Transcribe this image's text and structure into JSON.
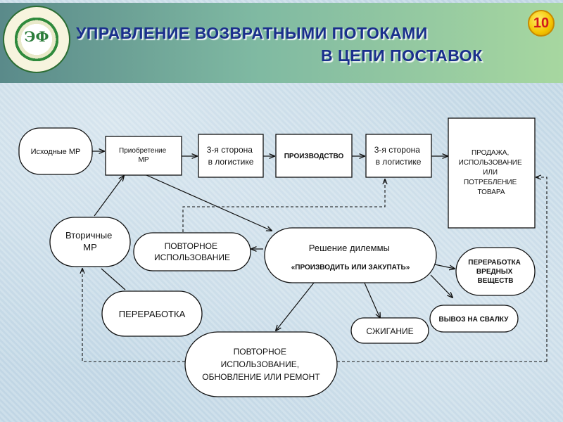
{
  "header": {
    "logo_text": "ЭФ",
    "title_line1": "УПРАВЛЕНИЕ ВОЗВРАТНЫМИ ПОТОКАМИ",
    "title_line2": "В ЦЕПИ ПОСТАВОК",
    "slide_number": "10"
  },
  "nodes": {
    "source": [
      "Исходные МР"
    ],
    "acquisition": [
      "Приобретение",
      "МР"
    ],
    "third_party_1": [
      "3-я сторона",
      "в логистике"
    ],
    "production": [
      "ПРОИЗВОДСТВО"
    ],
    "third_party_2": [
      "3-я сторона",
      "в логистике"
    ],
    "sale": [
      "ПРОДАЖА,",
      "ИСПОЛЬЗОВАНИЕ",
      "ИЛИ",
      "ПОТРЕБЛЕНИЕ",
      "ТОВАРА"
    ],
    "secondary": [
      "Вторичные",
      "МР"
    ],
    "reuse": [
      "ПОВТОРНОЕ",
      "ИСПОЛЬЗОВАНИЕ"
    ],
    "dilemma": [
      "Решение дилеммы",
      "«ПРОИЗВОДИТЬ ИЛИ ЗАКУПАТЬ»"
    ],
    "hazardous": [
      "ПЕРЕРАБОТКА",
      "ВРЕДНЫХ",
      "ВЕЩЕСТВ"
    ],
    "recycling": [
      "ПЕРЕРАБОТКА"
    ],
    "landfill": [
      "ВЫВОЗ НА СВАЛКУ"
    ],
    "incineration": [
      "СЖИГАНИЕ"
    ],
    "repair": [
      "ПОВТОРНОЕ",
      "ИСПОЛЬЗОВАНИЕ,",
      "ОБНОВЛЕНИЕ ИЛИ РЕМОНТ"
    ]
  },
  "colors": {
    "title": "#1a2f8c",
    "badge_number": "#d21a1a",
    "badge_fill": "#f4c400",
    "header_left": "#5a8a8a",
    "header_right": "#a7d7a0"
  }
}
